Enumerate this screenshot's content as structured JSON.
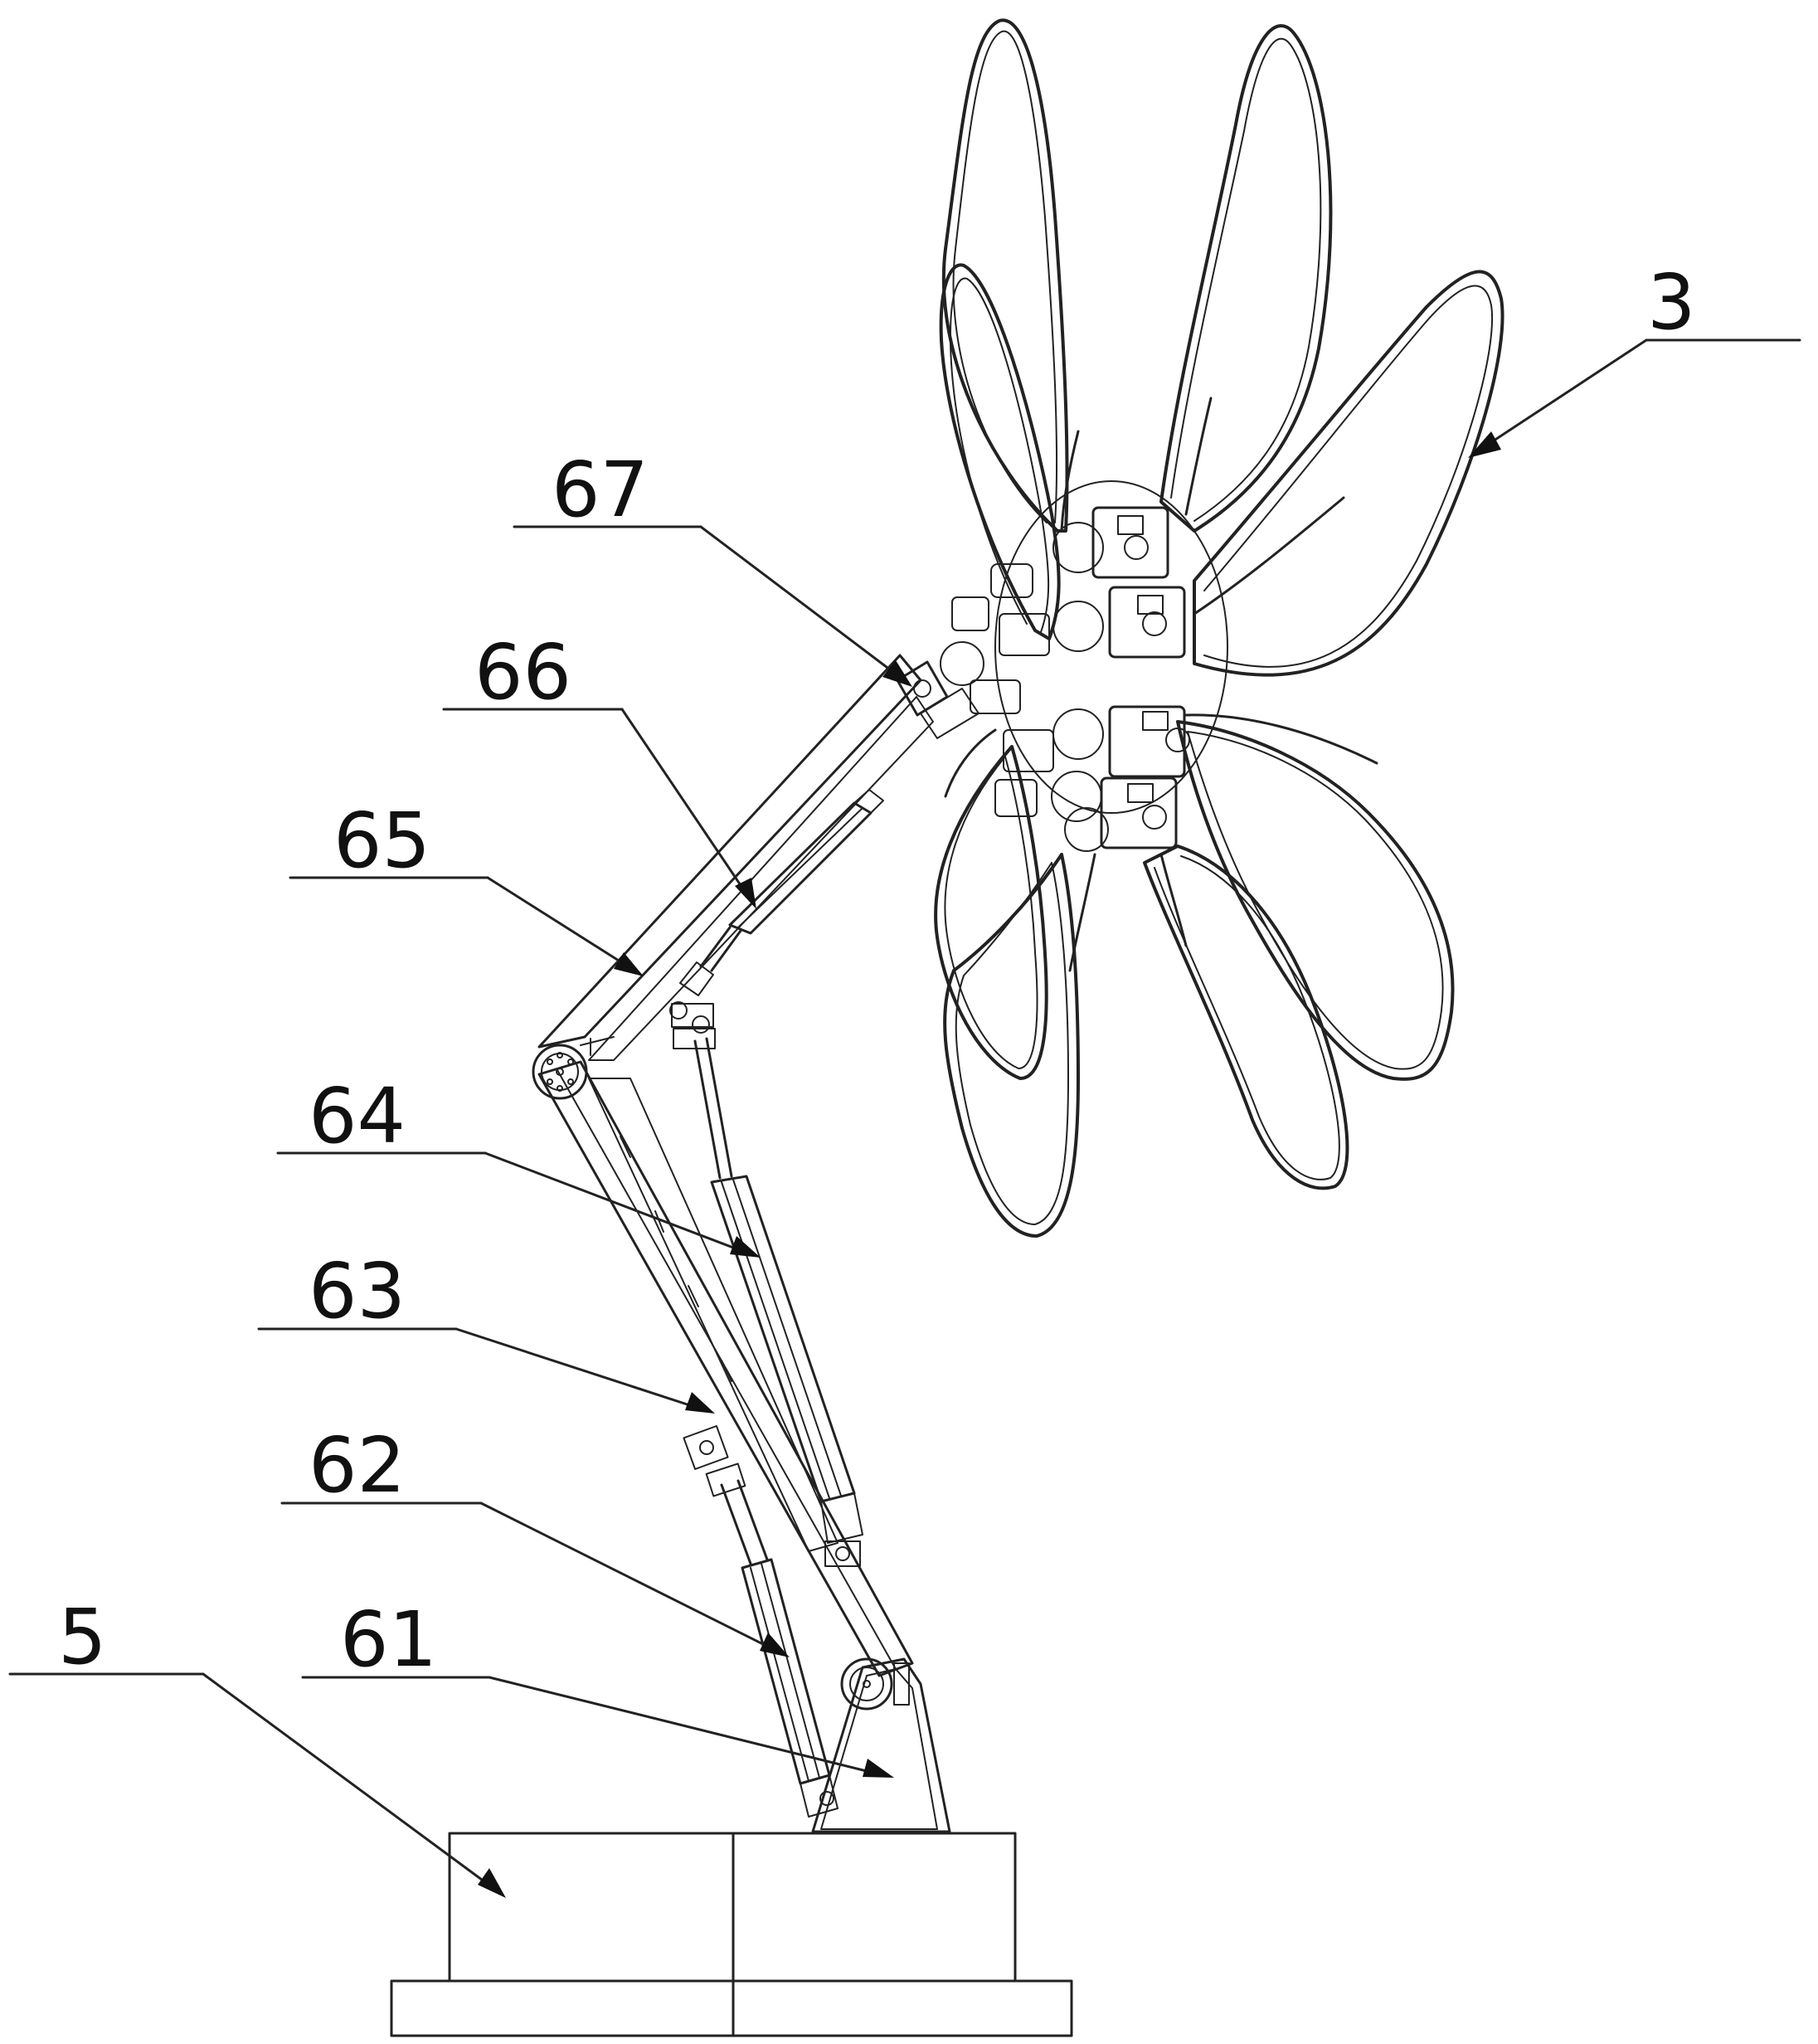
{
  "labels": {
    "l3": "3",
    "l67": "67",
    "l66": "66",
    "l65": "65",
    "l64": "64",
    "l63": "63",
    "l62": "62",
    "l61": "61",
    "l5": "5"
  }
}
